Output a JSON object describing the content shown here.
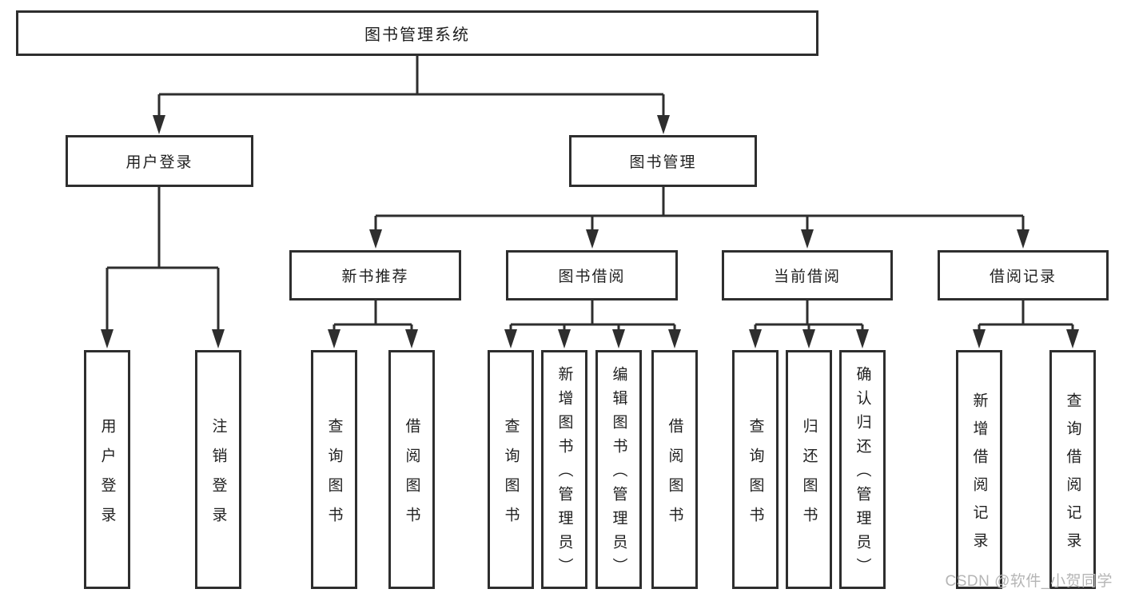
{
  "colors": {
    "line": "#2e2e2e",
    "text": "#1f1f1f",
    "watermark": "#b5b5b5",
    "bg": "#ffffff"
  },
  "watermark": {
    "text": "CSDN @软件_小贺同学"
  },
  "nodes": {
    "root": {
      "label": "图书管理系统"
    },
    "level2": [
      {
        "id": "user-login",
        "label": "用户登录",
        "parent": "图书管理系统"
      },
      {
        "id": "book-management",
        "label": "图书管理",
        "parent": "图书管理系统"
      }
    ],
    "level3": [
      {
        "id": "new-book-recommend",
        "label": "新书推荐",
        "parent": "图书管理"
      },
      {
        "id": "book-borrowing",
        "label": "图书借阅",
        "parent": "图书管理"
      },
      {
        "id": "current-borrowing",
        "label": "当前借阅",
        "parent": "图书管理"
      },
      {
        "id": "borrowing-records",
        "label": "借阅记录",
        "parent": "图书管理"
      }
    ],
    "leaves": [
      {
        "id": "user-login-action",
        "label": "用户登录",
        "parent": "用户登录"
      },
      {
        "id": "logout",
        "label": "注销登录",
        "parent": "用户登录"
      },
      {
        "id": "query-books-recommend",
        "label": "查询图书",
        "parent": "新书推荐"
      },
      {
        "id": "borrow-books-recommend",
        "label": "借阅图书",
        "parent": "新书推荐"
      },
      {
        "id": "query-books-borrowing",
        "label": "查询图书",
        "parent": "图书借阅"
      },
      {
        "id": "add-book-admin",
        "label": "新增图书（管理员）",
        "parent": "图书借阅"
      },
      {
        "id": "edit-book-admin",
        "label": "编辑图书（管理员）",
        "parent": "图书借阅"
      },
      {
        "id": "borrow-books-borrowing",
        "label": "借阅图书",
        "parent": "图书借阅"
      },
      {
        "id": "query-books-current",
        "label": "查询图书",
        "parent": "当前借阅"
      },
      {
        "id": "return-books",
        "label": "归还图书",
        "parent": "当前借阅"
      },
      {
        "id": "confirm-return-admin",
        "label": "确认归还（管理员）",
        "parent": "当前借阅"
      },
      {
        "id": "add-borrow-record",
        "label": "新增借阅记录",
        "parent": "借阅记录"
      },
      {
        "id": "query-borrow-record",
        "label": "查询借阅记录",
        "parent": "借阅记录"
      }
    ]
  }
}
